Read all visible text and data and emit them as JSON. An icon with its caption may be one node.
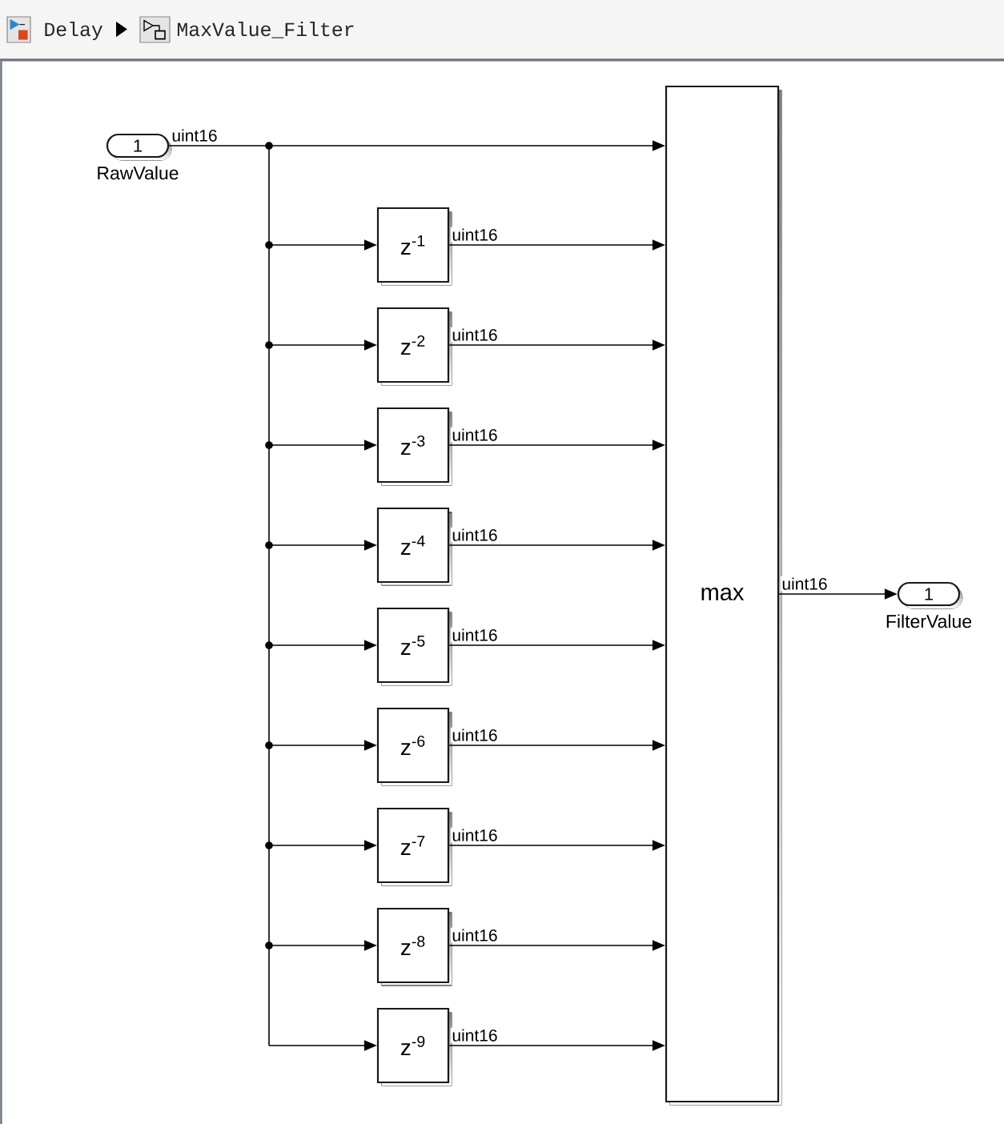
{
  "diagram": {
    "nodes": [
      {
        "text": [
          "1"
        ],
        "beside": [
          "RawValue"
        ]
      },
      {
        "text": [
          "z$^{-1}$"
        ]
      },
      {
        "text": [
          "z$^{-2}$"
        ]
      },
      {
        "text": [
          "z$^{-3}$"
        ]
      },
      {
        "text": [
          "z$^{-4}$"
        ]
      },
      {
        "text": [
          "z$^{-5}$"
        ]
      },
      {
        "text": [
          "z$^{-6}$"
        ]
      },
      {
        "text": [
          "z$^{-7}$"
        ]
      },
      {
        "text": [
          "z$^{-8}$"
        ]
      },
      {
        "text": [
          "z$^{-9}$"
        ]
      },
      {
        "text": [
          "max"
        ]
      },
      {
        "text": [
          "1"
        ],
        "beside": [
          "FilterValue"
        ]
      }
    ],
    "edges": [
      {
        "from": 0,
        "to": 10,
        "arrow": "to",
        "label": "uint16"
      },
      {
        "from": 0,
        "to": 1,
        "arrow": "to"
      },
      {
        "from": 0,
        "to": 2,
        "arrow": "to"
      },
      {
        "from": 0,
        "to": 3,
        "arrow": "to"
      },
      {
        "from": 0,
        "to": 4,
        "arrow": "to"
      },
      {
        "from": 0,
        "to": 5,
        "arrow": "to"
      },
      {
        "from": 0,
        "to": 6,
        "arrow": "to"
      },
      {
        "from": 0,
        "to": 7,
        "arrow": "to"
      },
      {
        "from": 0,
        "to": 8,
        "arrow": "to"
      },
      {
        "from": 0,
        "to": 9,
        "arrow": "to"
      },
      {
        "from": 1,
        "to": 10,
        "arrow": "to",
        "label": "uint16"
      },
      {
        "from": 2,
        "to": 10,
        "arrow": "to",
        "label": "uint16"
      },
      {
        "from": 3,
        "to": 10,
        "arrow": "to",
        "label": "uint16"
      },
      {
        "from": 4,
        "to": 10,
        "arrow": "to",
        "label": "uint16"
      },
      {
        "from": 5,
        "to": 10,
        "arrow": "to",
        "label": "uint16"
      },
      {
        "from": 6,
        "to": 10,
        "arrow": "to",
        "label": "uint16"
      },
      {
        "from": 7,
        "to": 10,
        "arrow": "to",
        "label": "uint16"
      },
      {
        "from": 8,
        "to": 10,
        "arrow": "to",
        "label": "uint16"
      },
      {
        "from": 9,
        "to": 10,
        "arrow": "to",
        "label": "uint16"
      },
      {
        "from": 10,
        "to": 11,
        "arrow": "to",
        "label": "uint16"
      }
    ],
    "labels": [
      "Delay",
      "MaxValue_Filter"
    ]
  }
}
